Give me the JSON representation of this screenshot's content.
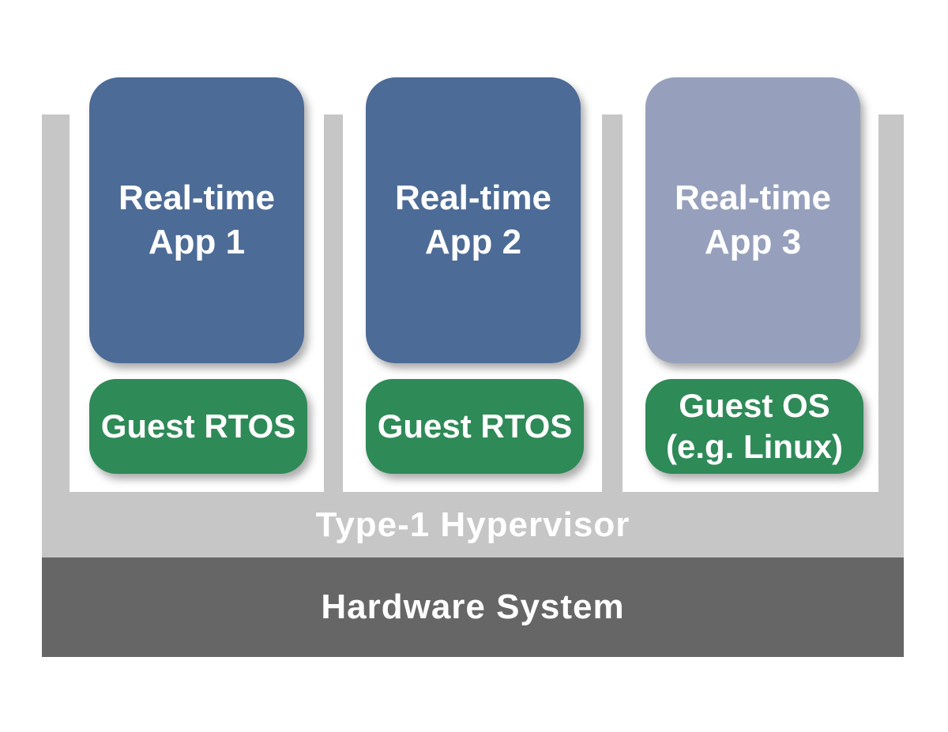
{
  "layers": {
    "hypervisor_label": "Type-1 Hypervisor",
    "hardware_label": "Hardware System"
  },
  "columns": [
    {
      "app_line1": "Real-time",
      "app_line2": "App 1",
      "os_line1": "Guest RTOS",
      "os_line2": "",
      "app_color": "#4c6b96",
      "os_color": "#2e8a57"
    },
    {
      "app_line1": "Real-time",
      "app_line2": "App 2",
      "os_line1": "Guest RTOS",
      "os_line2": "",
      "app_color": "#4c6b96",
      "os_color": "#2e8a57"
    },
    {
      "app_line1": "Real-time",
      "app_line2": "App 3",
      "os_line1": "Guest OS",
      "os_line2": "(e.g. Linux)",
      "app_color": "#96a0bc",
      "os_color": "#2e8a57"
    }
  ],
  "colors": {
    "app_blue": "#4c6b96",
    "app_lavender": "#96a0bc",
    "os_green": "#2e8a57",
    "hypervisor_gray": "#c6c6c7",
    "hardware_gray": "#666667",
    "label_text": "#ffffff",
    "background": "#ffffff"
  }
}
